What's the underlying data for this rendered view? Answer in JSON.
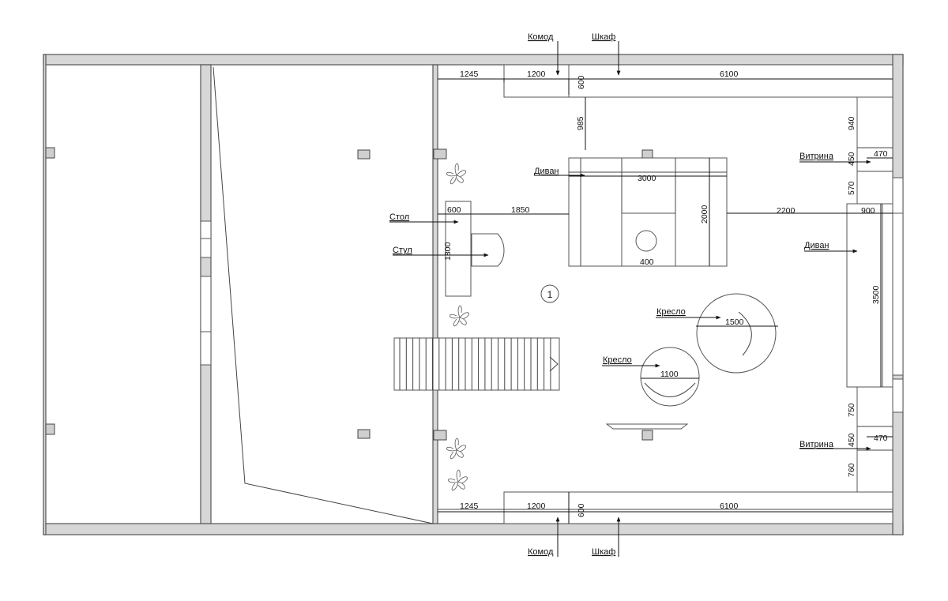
{
  "labels": {
    "komod_top": "Комод",
    "shkaf_top": "Шкаф",
    "komod_bottom": "Комод",
    "shkaf_bottom": "Шкаф",
    "divan_center": "Диван",
    "divan_right": "Диван",
    "vitrina_top": "Витрина",
    "vitrina_bottom": "Витрина",
    "stol": "Стол",
    "stul": "Стул",
    "kreslo_1": "Кресло",
    "kreslo_2": "Кресло",
    "room_number": "1"
  },
  "dimensions": {
    "top_1245": "1245",
    "top_1200": "1200",
    "top_600": "600",
    "top_6100": "6100",
    "d985": "985",
    "sofa_3000": "3000",
    "d600_table": "600",
    "d1850": "1850",
    "d2000": "2000",
    "d2200": "2200",
    "d900": "900",
    "d1800": "1800",
    "d400": "400",
    "d940": "940",
    "d450_top": "450",
    "d470_top": "470",
    "d570": "570",
    "d3500": "3500",
    "d1500": "1500",
    "d1100": "1100",
    "d750": "750",
    "d450_bottom": "450",
    "d470_bottom": "470",
    "d760": "760",
    "bot_1245": "1245",
    "bot_1200": "1200",
    "bot_600": "600",
    "bot_6100": "6100"
  }
}
